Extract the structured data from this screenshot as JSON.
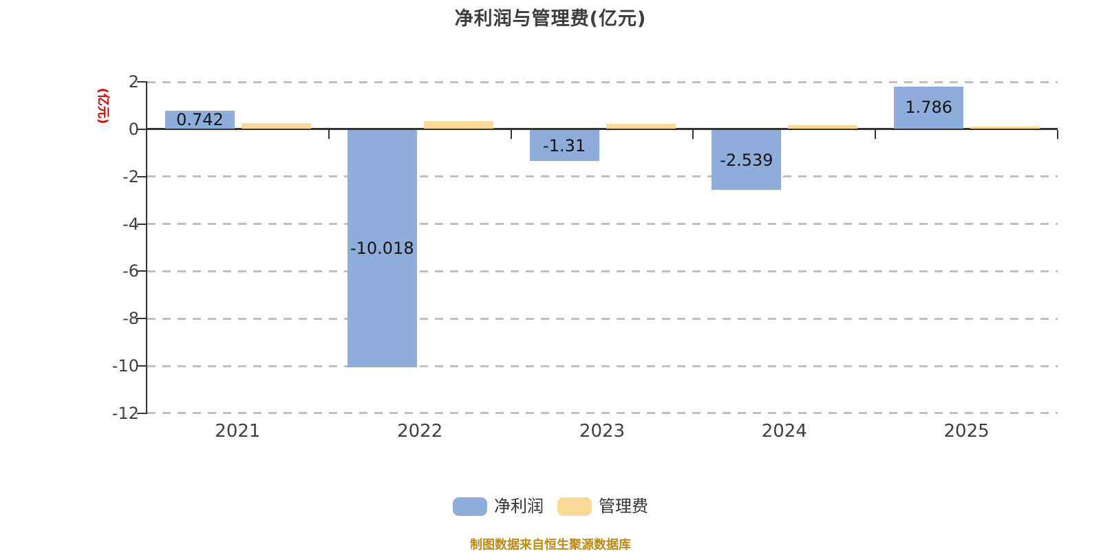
{
  "title": "净利润与管理费(亿元)",
  "chart_data": {
    "type": "bar",
    "categories": [
      "2021",
      "2022",
      "2023",
      "2024",
      "2025"
    ],
    "series": [
      {
        "key": "net-profit",
        "name": "净利润",
        "color": "#8DADDB",
        "values": [
          0.742,
          -10.018,
          -1.31,
          -2.539,
          1.786
        ],
        "data_labels": [
          "0.742",
          "-10.018",
          "-1.31",
          "-2.539",
          "1.786"
        ],
        "labels_visible": true
      },
      {
        "key": "management-fee",
        "name": "管理费",
        "color": "#FCD896",
        "values": [
          0.23,
          0.32,
          0.2,
          0.14,
          0.1
        ],
        "data_labels": [
          "",
          "",
          "",
          "",
          ""
        ],
        "labels_visible": false
      }
    ],
    "ylabel": "(亿元)",
    "ylim": [
      -12,
      2
    ],
    "yticks": [
      2,
      0,
      -2,
      -4,
      -6,
      -8,
      -10,
      -12
    ],
    "ytick_labels": [
      "2",
      "0",
      "-2",
      "-4",
      "-6",
      "-8",
      "-10",
      "-12"
    ],
    "grid": "horizontal-dashed",
    "zero_line": true,
    "legend_position": "bottom"
  },
  "footer": {
    "source_note": "制图数据来自恒生聚源数据库"
  },
  "colors": {
    "net_profit_bar": "#8DADDB",
    "management_fee_bar": "#FCD896",
    "axis_line": "#333333",
    "gridline": "#c0c0c0",
    "title_text": "#3d3d3d",
    "tick_text": "#3f3f3f",
    "value_label_text": "#141414",
    "y_unit_label": "#e60000",
    "source_note_text": "#c08a10",
    "legend_text": "#333333"
  }
}
